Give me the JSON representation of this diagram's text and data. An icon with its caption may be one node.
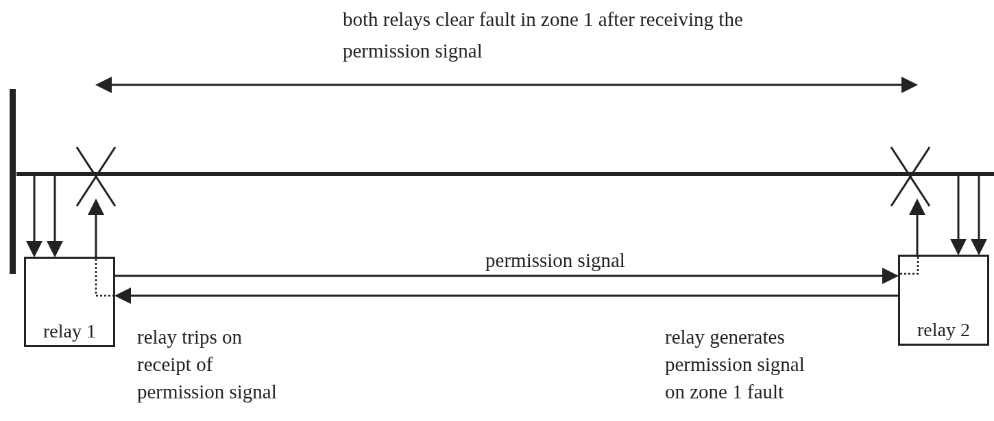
{
  "diagram": {
    "nodes": [
      {
        "text": [
          "relay 1"
        ]
      },
      {
        "text": [
          "relay 2"
        ]
      },
      {
        "text": [],
        "shape": "cross"
      },
      {
        "text": [],
        "shape": "cross"
      },
      {
        "text": [],
        "shape": "bar"
      },
      {
        "text": [],
        "shape": "bar"
      }
    ],
    "edges": [
      {
        "from": 0,
        "to": 2,
        "arrow": "to"
      },
      {
        "from": 1,
        "to": 3,
        "arrow": "to"
      },
      {
        "from": 0,
        "to": 1,
        "arrow": "to",
        "label": "permission signal"
      },
      {
        "from": 1,
        "to": 0,
        "arrow": "to"
      },
      {
        "from": 5,
        "to": 0,
        "arrow": "to"
      },
      {
        "from": 5,
        "to": 0,
        "arrow": "to"
      },
      {
        "from": 5,
        "to": 1,
        "arrow": "to"
      },
      {
        "from": 5,
        "to": 1,
        "arrow": "to"
      }
    ],
    "labels": [
      "both relays clear fault in zone 1 after receiving the permission signal",
      "relay trips on receipt of permission signal",
      "relay generates permission signal on zone 1 fault"
    ]
  }
}
